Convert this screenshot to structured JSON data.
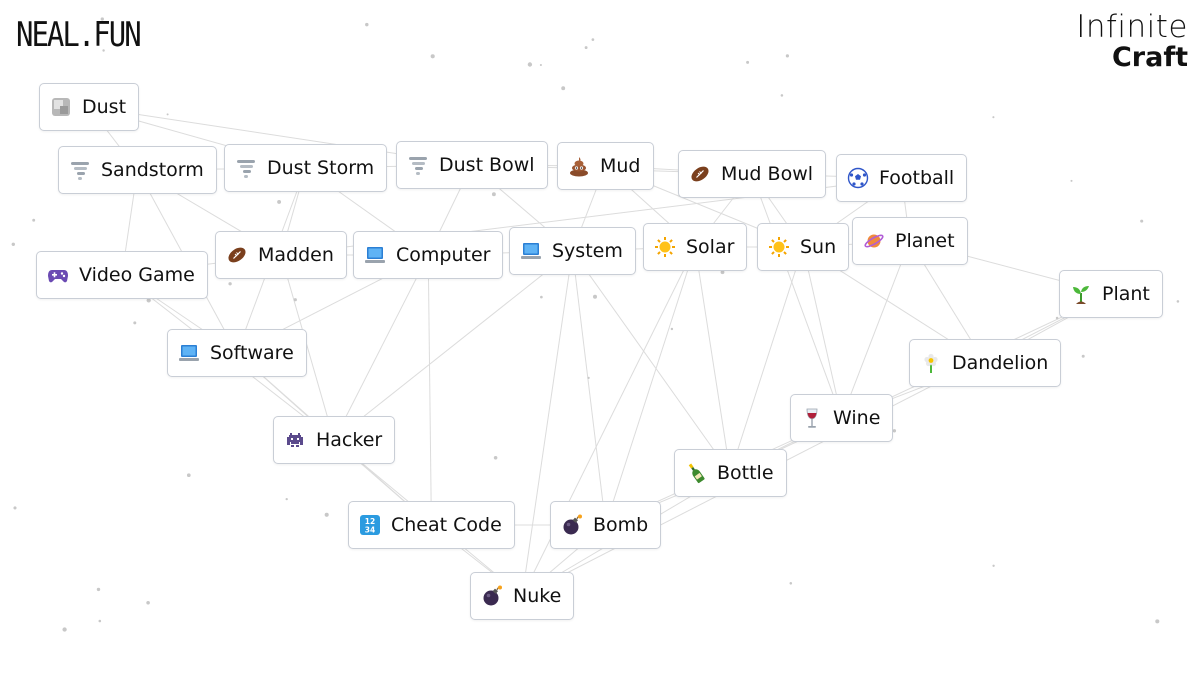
{
  "header": {
    "logo": "NEAL.FUN",
    "brand_line1": "Infinite",
    "brand_line2": "Craft"
  },
  "items": [
    {
      "id": "dust",
      "label": "Dust",
      "icon": "dust-icon"
    },
    {
      "id": "sandstorm",
      "label": "Sandstorm",
      "icon": "tornado-icon"
    },
    {
      "id": "dust-storm",
      "label": "Dust Storm",
      "icon": "tornado-icon"
    },
    {
      "id": "dust-bowl",
      "label": "Dust Bowl",
      "icon": "tornado-icon"
    },
    {
      "id": "mud",
      "label": "Mud",
      "icon": "poop-icon"
    },
    {
      "id": "mud-bowl",
      "label": "Mud Bowl",
      "icon": "football-icon"
    },
    {
      "id": "football",
      "label": "Football",
      "icon": "soccer-ball-icon"
    },
    {
      "id": "video-game",
      "label": "Video Game",
      "icon": "gamepad-icon"
    },
    {
      "id": "madden",
      "label": "Madden",
      "icon": "football-icon"
    },
    {
      "id": "computer",
      "label": "Computer",
      "icon": "laptop-icon"
    },
    {
      "id": "system",
      "label": "System",
      "icon": "laptop-icon"
    },
    {
      "id": "solar",
      "label": "Solar",
      "icon": "sun-icon"
    },
    {
      "id": "sun",
      "label": "Sun",
      "icon": "sun-icon"
    },
    {
      "id": "planet",
      "label": "Planet",
      "icon": "ringed-planet-icon"
    },
    {
      "id": "plant",
      "label": "Plant",
      "icon": "seedling-icon"
    },
    {
      "id": "software",
      "label": "Software",
      "icon": "laptop-icon"
    },
    {
      "id": "dandelion",
      "label": "Dandelion",
      "icon": "flower-icon"
    },
    {
      "id": "wine",
      "label": "Wine",
      "icon": "wine-glass-icon"
    },
    {
      "id": "hacker",
      "label": "Hacker",
      "icon": "space-invader-icon"
    },
    {
      "id": "bottle",
      "label": "Bottle",
      "icon": "bottle-icon"
    },
    {
      "id": "cheat-code",
      "label": "Cheat Code",
      "icon": "numbers-icon"
    },
    {
      "id": "bomb",
      "label": "Bomb",
      "icon": "bomb-icon"
    },
    {
      "id": "nuke",
      "label": "Nuke",
      "icon": "bomb-icon"
    }
  ],
  "colors": {
    "background": "#ffffff",
    "item_border": "#c9ced6",
    "connection_line": "#dcdcdc",
    "dot": "#c8c8c8"
  }
}
